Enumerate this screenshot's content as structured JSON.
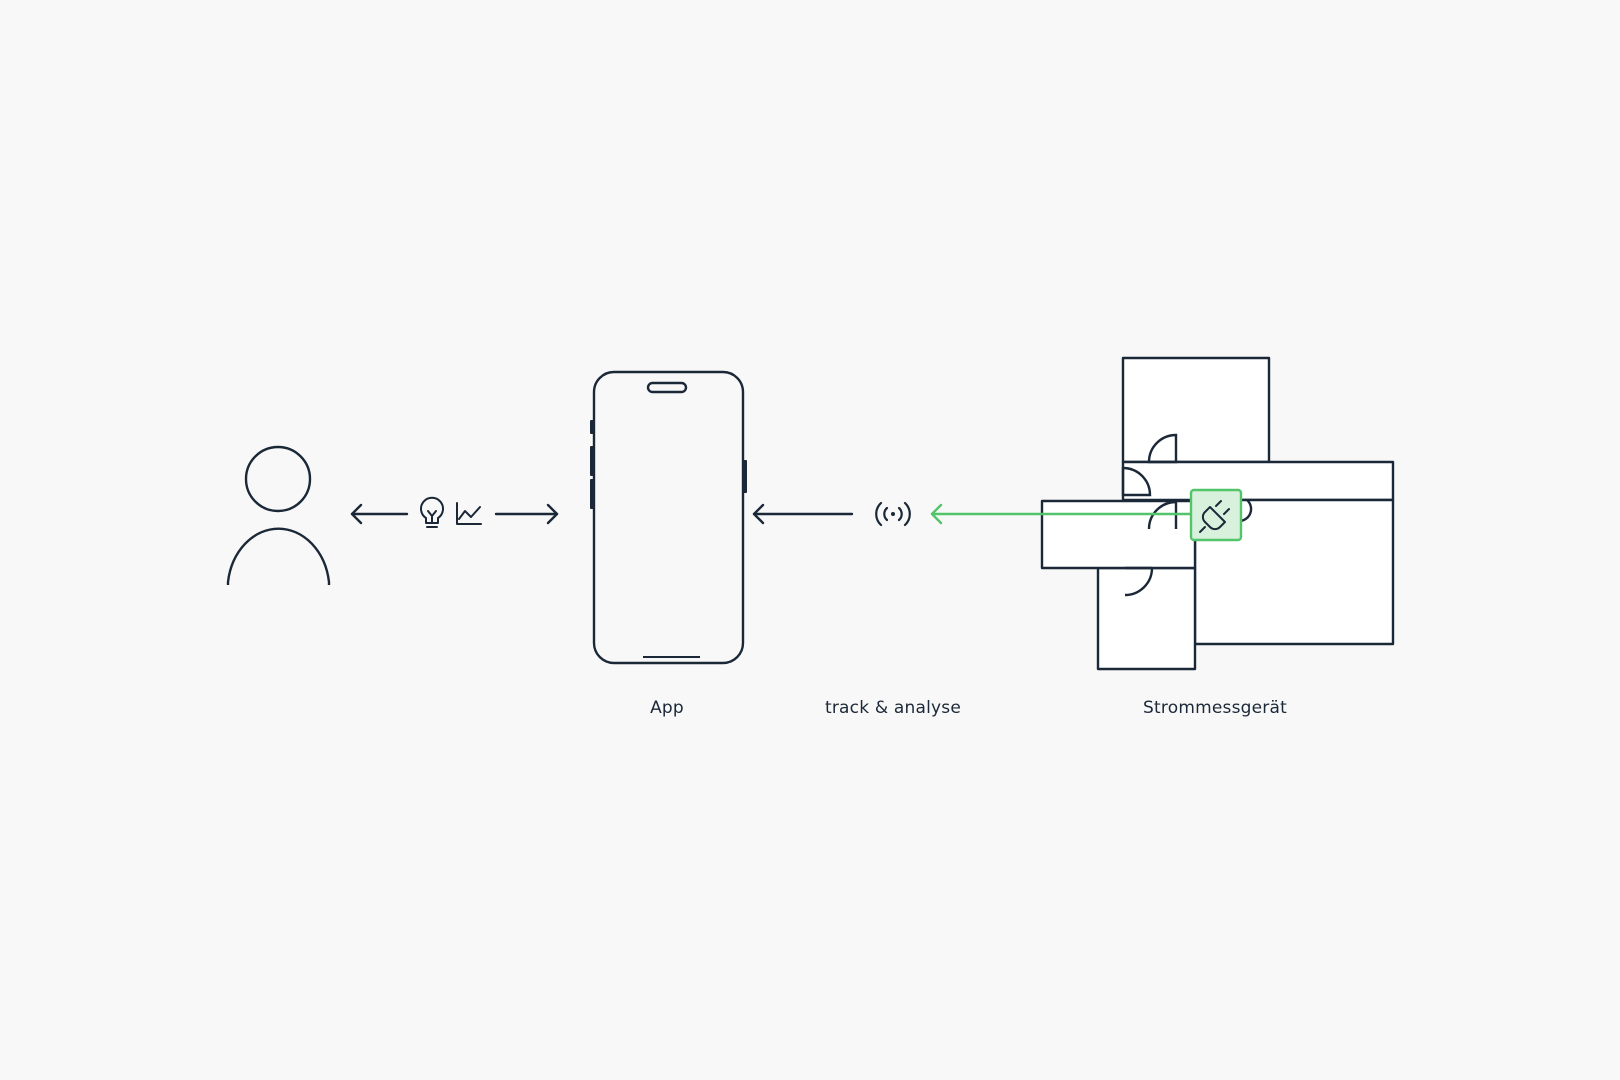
{
  "labels": {
    "app": "App",
    "track": "track & analyse",
    "device": "Strommessgerät"
  },
  "icons": {
    "person": "person-icon",
    "insight": "lightbulb-icon",
    "chart": "line-chart-icon",
    "phone": "smartphone-icon",
    "signal": "wireless-signal-icon",
    "floorplan": "floor-plan-icon",
    "plug": "plug-icon"
  },
  "colors": {
    "background": "#f8f8f8",
    "stroke": "#1b2838",
    "accent": "#52c46a",
    "accent_fill": "#d8f1dd"
  }
}
